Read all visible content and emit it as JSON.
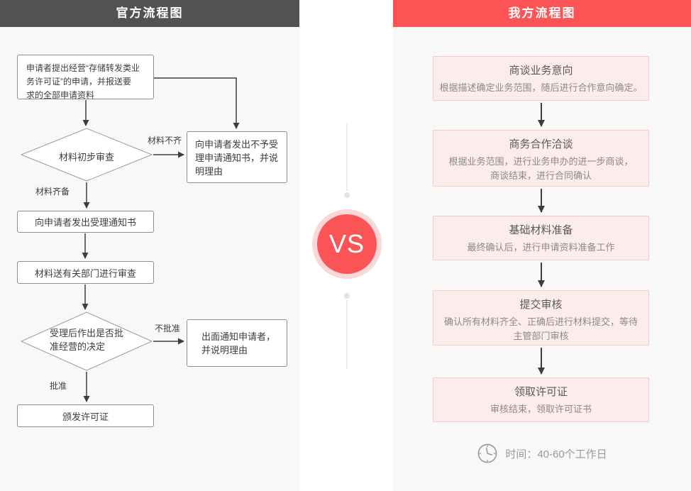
{
  "left": {
    "header": "官方流程图",
    "box_apply_lines": [
      "申请者提出经营“存储转发类业",
      "务许可证”的申请，并报送要",
      "求的全部申请资料"
    ],
    "diamond_review": "材料初步审查",
    "label_incomplete": "材料不齐",
    "label_complete": "材料齐备",
    "box_reject_lines": [
      "向申请者发出不予受",
      "理申请通知书，并说",
      "明理由"
    ],
    "box_accept": "向申请者发出受理通知书",
    "box_dept": "材料送有关部门进行审查",
    "diamond_decision_lines": [
      "受理后作出是否批",
      "准经营的决定"
    ],
    "label_not_approved": "不批准",
    "label_approved": "批准",
    "box_notify_lines": [
      "出面通知申请者，",
      "并说明理由"
    ],
    "box_issue": "颁发许可证"
  },
  "vs": {
    "label": "VS"
  },
  "right": {
    "header": "我方流程图",
    "steps": [
      {
        "title": "商谈业务意向",
        "desc_lines": [
          "根据描述确定业务范围，随后进行合作意向确定。"
        ]
      },
      {
        "title": "商务合作洽谈",
        "desc_lines": [
          "根据业务范围，进行业务申办的进一步商谈，",
          "商谈结束，进行合同确认"
        ]
      },
      {
        "title": "基础材料准备",
        "desc_lines": [
          "最终确认后，进行申请资料准备工作"
        ]
      },
      {
        "title": "提交审核",
        "desc_lines": [
          "确认所有材料齐全、正确后进行材料提交，等待",
          "主管部门审核"
        ]
      },
      {
        "title": "领取许可证",
        "desc_lines": [
          "审核结束，领取许可证书"
        ]
      }
    ],
    "footer_time": "时间：40-60个工作日",
    "clock_icon": "clock-icon"
  },
  "colors": {
    "left_header_bg": "#525252",
    "right_header_bg": "#fc5355",
    "panel_bg": "#f8f8f8",
    "right_box_bg": "#fdecec",
    "right_box_border": "#f7c8ca",
    "vs_ring": "#fbd7da",
    "vs_circle": "#fa5456",
    "arrow": "#3d3d3d"
  }
}
